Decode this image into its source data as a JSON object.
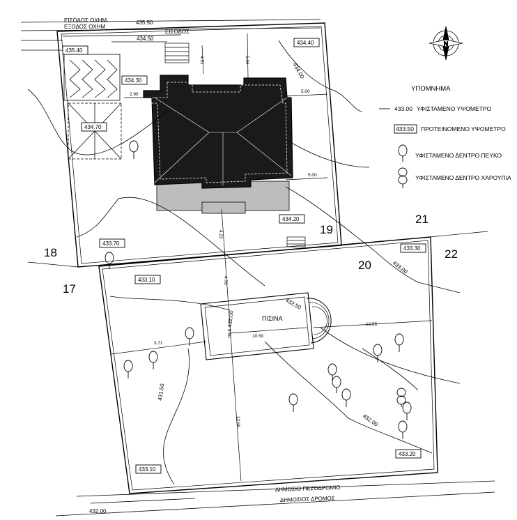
{
  "roads": {
    "top_access_1": "ΕΙΣΟΔΟΣ ΟΧΗΜ.",
    "top_access_2": "ΕΞΟΔΟΣ ΟΧΗΜ.",
    "entrance": "ΕΙΣΟΔΟΣ",
    "sidewalk": "ΔΗΜΟΣΙΟ ΠΕΖΟΔΡΟΜΙΟ",
    "road": "ΔΗΜΟΣΙΟΣ ΔΡΟΜΟΣ"
  },
  "legend": {
    "title": "ΥΠΟΜΝΗΜΑ",
    "existing_contour_value": "433.00",
    "existing_contour_label": "ΥΦΙΣΤΑΜΕΝΟ ΥΨΟΜΕΤΡΟ",
    "proposed_contour_value": "433.50",
    "proposed_contour_label": "ΠΡΟΤΕΙΝΟΜΕΝΟ ΥΨΟΜΕΤΡΟ",
    "pine_label": "ΥΦΙΣΤΑΜΕΝΟ ΔΕΝΤΡΟ ΠΕΥΚΟ",
    "carob_label": "ΥΦΙΣΤΑΜΕΝΟ ΔΕΝΤΡΟ ΧΑΡΟΥΠΙΑ"
  },
  "pool_label": "ΠΙΣΙΝΑ",
  "plot_numbers": {
    "n17": "17",
    "n18": "18",
    "n19": "19",
    "n20": "20",
    "n21": "21",
    "n22": "22"
  },
  "boxed_levels": {
    "b43540": "435.40",
    "b43440": "434.40",
    "b43430": "434.30",
    "b43470": "434.70",
    "b43420": "434.20",
    "b43370": "433.70",
    "b43330": "433.30",
    "b43310a": "433.10",
    "b43310b": "433.10",
    "b43320": "433.20"
  },
  "contour_labels": {
    "c43550": "435.50",
    "c43450": "434.50",
    "c43400": "434.00",
    "c43300": "433.00",
    "c43250": "432.50",
    "c43200a": "432.00",
    "c43150": "431.50",
    "c43200b": "432.00",
    "c43200c": "432.00"
  },
  "dimensions": {
    "d451": "4.51",
    "d534": "5.34",
    "d290": "2.90",
    "d500a": "5.00",
    "d500b": "5.00",
    "d422": "4.22",
    "d470": "4.70",
    "d550": "5.50",
    "d1050": "10.50",
    "d1255": "12.55",
    "d1260": "12.60",
    "d371": "3.71"
  }
}
